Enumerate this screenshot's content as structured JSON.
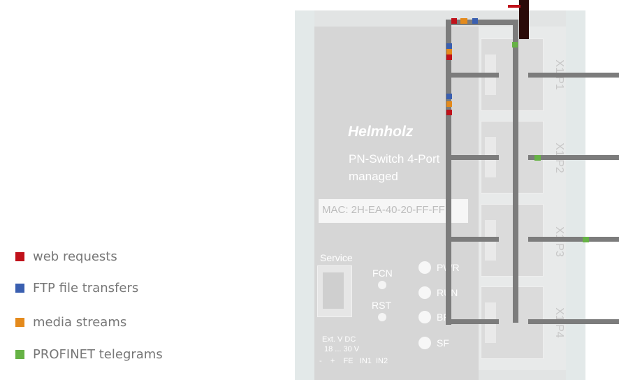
{
  "legend": [
    {
      "label": "web requests",
      "color": "#c0111a"
    },
    {
      "label": "FTP file transfers",
      "color": "#3a5fb0"
    },
    {
      "label": "media streams",
      "color": "#e48a1c"
    },
    {
      "label": "PROFINET telegrams",
      "color": "#66b245"
    }
  ],
  "device": {
    "brand": "Helmholz",
    "model_line1": "PN-Switch 4-Port",
    "model_line2": "managed",
    "mac": "MAC: 2H-EA-40-20-FF-FF",
    "service_label": "Service",
    "fcn_label": "FCN",
    "rst_label": "RST",
    "pwr_label": "PWR",
    "run_label": "RUN",
    "bf_label": "BF",
    "sf_label": "SF",
    "power_line1": "Ext. V DC",
    "power_line2": "18 ... 30 V",
    "terminals": "-    +    FE   IN1  IN2"
  },
  "ports": [
    {
      "label": "X1 P1"
    },
    {
      "label": "X1 P2"
    },
    {
      "label": "X1 P3"
    },
    {
      "label": "X1 P4"
    }
  ],
  "colors": {
    "housing": "#dde0e0",
    "rail": "#e4eaea",
    "panel": "#d4d4d4",
    "port_body": "#dadada",
    "line": "#7c7c7c",
    "uplink": "#2a0a08",
    "uplink_accent": "#c0111a"
  }
}
